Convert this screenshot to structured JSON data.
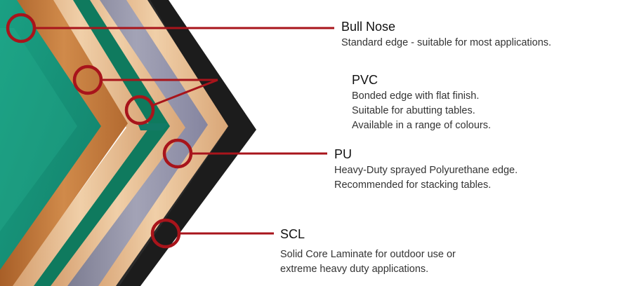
{
  "colors": {
    "accent_red": "#a8141b",
    "green_laminate": "#17937a",
    "bullnose_wood": "#c97f3e",
    "beech_wood": "#e2b48a",
    "pvc_green_edge": "#0f7a5e",
    "pu_grey": "#8e8ea0",
    "scl_black": "#1e1e1e"
  },
  "edges": [
    {
      "key": "bullnose",
      "icon": "bull-nose-edge-marker-icon",
      "title": "Bull Nose",
      "lines": [
        "Standard edge - suitable for most applications."
      ]
    },
    {
      "key": "pvc",
      "icon": "pvc-edge-marker-icon",
      "title": "PVC",
      "lines": [
        "Bonded edge with flat finish.",
        "Suitable for abutting tables.",
        "Available in a range of colours."
      ]
    },
    {
      "key": "pu",
      "icon": "pu-edge-marker-icon",
      "title": "PU",
      "lines": [
        "Heavy-Duty sprayed Polyurethane edge.",
        "Recommended for stacking tables."
      ]
    },
    {
      "key": "scl",
      "icon": "scl-edge-marker-icon",
      "title": "SCL",
      "lines": [
        "Solid Core Laminate for outdoor use or",
        "extreme heavy duty applications."
      ]
    }
  ]
}
